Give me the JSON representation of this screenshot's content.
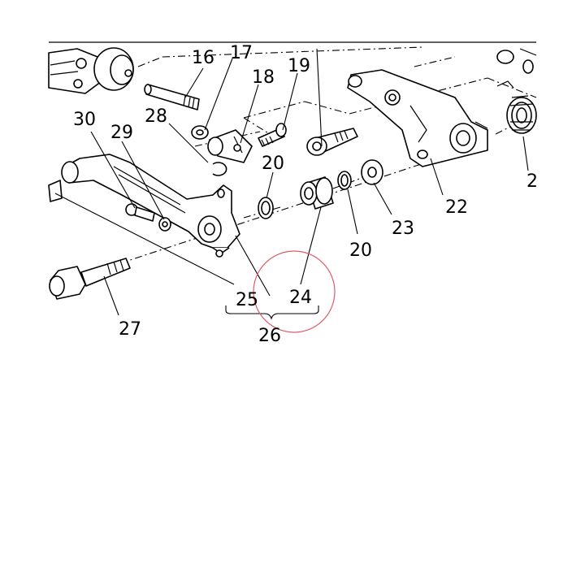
{
  "callouts": {
    "c16": "16",
    "c17": "17",
    "c18": "18",
    "c19": "19",
    "c30": "30",
    "c29": "29",
    "c28": "28",
    "c20a": "20",
    "c20b": "20",
    "c22": "22",
    "c23": "23",
    "c2": "2",
    "c25": "25",
    "c24": "24",
    "c26": "26",
    "c27": "27"
  },
  "highlight": {
    "part": "24",
    "color": "#e05a6a"
  }
}
